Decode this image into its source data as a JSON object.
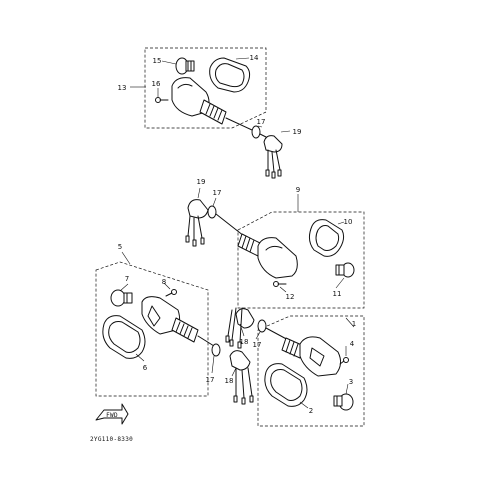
{
  "diagram": {
    "callouts": [
      "1",
      "2",
      "3",
      "4",
      "5",
      "6",
      "7",
      "8",
      "9",
      "10",
      "11",
      "12",
      "13",
      "14",
      "15",
      "16",
      "17",
      "18",
      "19"
    ],
    "part_code": "2YG110-8330",
    "front_marker": "FWD"
  }
}
